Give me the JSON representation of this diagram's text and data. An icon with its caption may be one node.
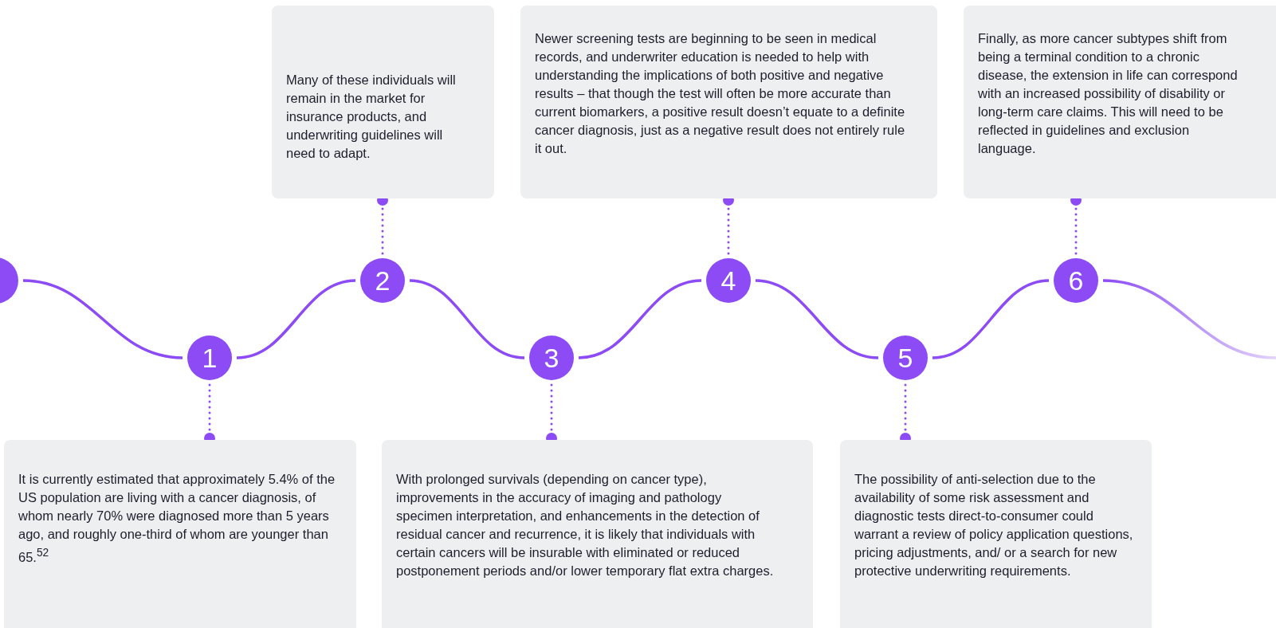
{
  "diagram": {
    "nodes": [
      {
        "text": [],
        "shape": "circle"
      },
      {
        "text": [
          "1"
        ]
      },
      {
        "text": [
          "2"
        ]
      },
      {
        "text": [
          "3"
        ]
      },
      {
        "text": [
          "4"
        ]
      },
      {
        "text": [
          "5"
        ]
      },
      {
        "text": [
          "6"
        ]
      },
      {
        "text": [
          "It is currently estimated that approximately 5.4% of the US population are living with a cancer diagnosis, of whom nearly 70% were diagnosed more than 5 years ago, and roughly one-third of whom are younger than 65.$^{52}$"
        ]
      },
      {
        "text": [
          "Many of these individuals will remain in the market for insurance products, and underwriting guidelines will need to adapt."
        ]
      },
      {
        "text": [
          "With prolonged survivals (depending on cancer type), improvements in the accuracy of imaging and pathology specimen interpretation, and enhancements in the detection of residual cancer and recurrence, it is likely that individuals with certain cancers will be insurable with eliminated or reduced postponement periods and/or lower temporary flat extra charges."
        ]
      },
      {
        "text": [
          "Newer screening tests are beginning to be seen in medical records, and underwriter education is needed to help with understanding the implications of both positive and negative results – that though the test will often be more accurate than current biomarkers, a positive result doesn’t equate to a definite cancer diagnosis, just as a negative result does not entirely rule it out."
        ]
      },
      {
        "text": [
          "The possibility of anti-selection due to the availability of some risk assessment and diagnostic tests direct-to-consumer could warrant a review of policy application questions, pricing adjustments, and/ or a search for new protective underwriting requirements."
        ]
      },
      {
        "text": [
          "Finally, as more cancer subtypes shift from being a terminal condition to a chronic disease, the extension in life can correspond with an increased possibility of disability or long-term care claims. This will need to be reflected in guidelines and exclusion language."
        ]
      }
    ],
    "edges": [
      {
        "from": 0,
        "to": 1,
        "arrow": "none"
      },
      {
        "from": 1,
        "to": 2,
        "arrow": "none"
      },
      {
        "from": 2,
        "to": 3,
        "arrow": "none"
      },
      {
        "from": 3,
        "to": 4,
        "arrow": "none"
      },
      {
        "from": 4,
        "to": 5,
        "arrow": "none"
      },
      {
        "from": 5,
        "to": 6,
        "arrow": "none"
      },
      {
        "from": 6,
        "to": null,
        "arrow": "none"
      },
      {
        "from": 1,
        "to": 7,
        "arrow": "other",
        "style": "dashed"
      },
      {
        "from": 2,
        "to": 8,
        "arrow": "other",
        "style": "dashed"
      },
      {
        "from": 3,
        "to": 9,
        "arrow": "other",
        "style": "dashed"
      },
      {
        "from": 4,
        "to": 10,
        "arrow": "other",
        "style": "dashed"
      },
      {
        "from": 5,
        "to": 11,
        "arrow": "other",
        "style": "dashed"
      },
      {
        "from": 6,
        "to": 12,
        "arrow": "other",
        "style": "dashed"
      }
    ]
  }
}
